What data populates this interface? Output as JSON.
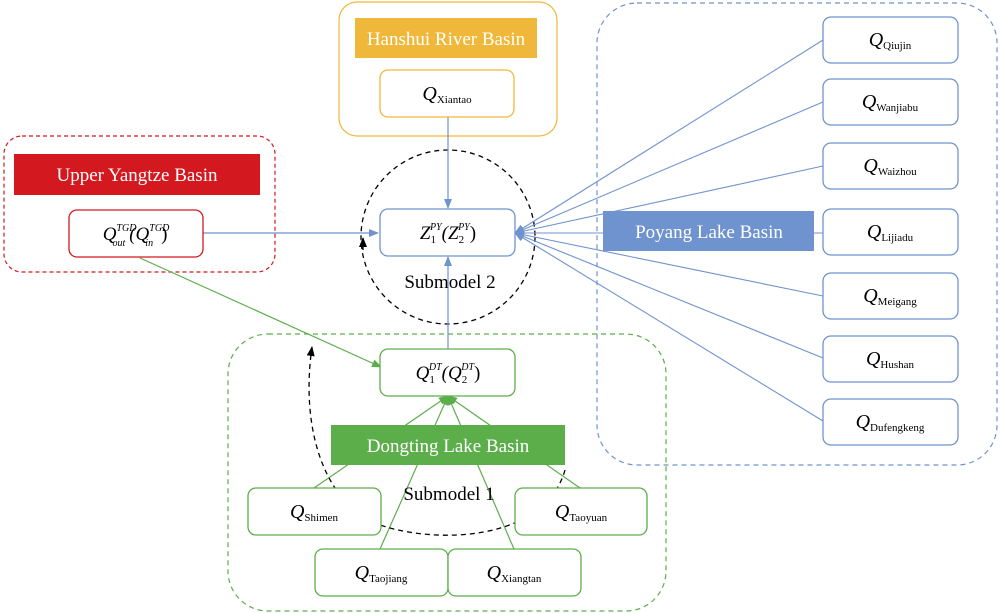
{
  "regions": {
    "hanshui": "Hanshui River Basin",
    "upper_yangtze": "Upper Yangtze Basin",
    "poyang": "Poyang Lake Basin",
    "dongting": "Dongting Lake Basin"
  },
  "submodels": {
    "sub1": "Submodel 1",
    "sub2": "Submodel 2"
  },
  "nodes": {
    "xiantao": {
      "q": "Q",
      "sub": "Xiantao"
    },
    "z": {
      "main": "Z",
      "s1": "1",
      "sup1": "PY",
      "open": "(Z",
      "s2": "2",
      "sup2": "PY",
      "close": ")"
    },
    "tgd": {
      "main": "Q",
      "sup1": "TGD",
      "sub1": "out",
      "open": "(Q",
      "sup2": "TGD",
      "sub2": "in",
      "close": ")"
    },
    "dt": {
      "main": "Q",
      "s1": "1",
      "sup1": "DT",
      "open": "(Q",
      "s2": "2",
      "sup2": "DT",
      "close": ")"
    },
    "qiujin": {
      "q": "Q",
      "sub": "Qiujin"
    },
    "wanjiabu": {
      "q": "Q",
      "sub": "Wanjiabu"
    },
    "waizhou": {
      "q": "Q",
      "sub": "Waizhou"
    },
    "lijiadu": {
      "q": "Q",
      "sub": "Lijiadu"
    },
    "meigang": {
      "q": "Q",
      "sub": "Meigang"
    },
    "hushan": {
      "q": "Q",
      "sub": "Hushan"
    },
    "dufengkeng": {
      "q": "Q",
      "sub": "Dufengkeng"
    },
    "shimen": {
      "q": "Q",
      "sub": "Shimen"
    },
    "taoyuan": {
      "q": "Q",
      "sub": "Taoyuan"
    },
    "taojiang": {
      "q": "Q",
      "sub": "Taojiang"
    },
    "xiangtan": {
      "q": "Q",
      "sub": "Xiangtan"
    }
  },
  "colors": {
    "hanshui": "#f0b83a",
    "upper_yangtze": "#d4181f",
    "poyang": "#6f93cf",
    "dongting": "#5cae4b",
    "black": "#000000"
  }
}
